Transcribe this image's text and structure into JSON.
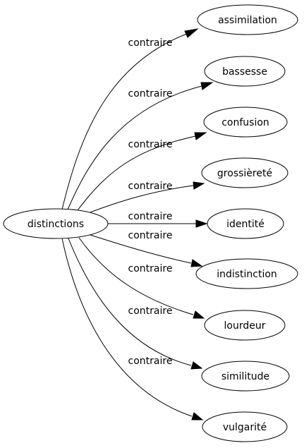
{
  "graph": {
    "source": {
      "label": "distinctions"
    },
    "edge_label": "contraire",
    "targets": [
      {
        "label": "assimilation"
      },
      {
        "label": "bassesse"
      },
      {
        "label": "confusion"
      },
      {
        "label": "grossièreté"
      },
      {
        "label": "identité"
      },
      {
        "label": "indistinction"
      },
      {
        "label": "lourdeur"
      },
      {
        "label": "similitude"
      },
      {
        "label": "vulgarité"
      }
    ]
  }
}
